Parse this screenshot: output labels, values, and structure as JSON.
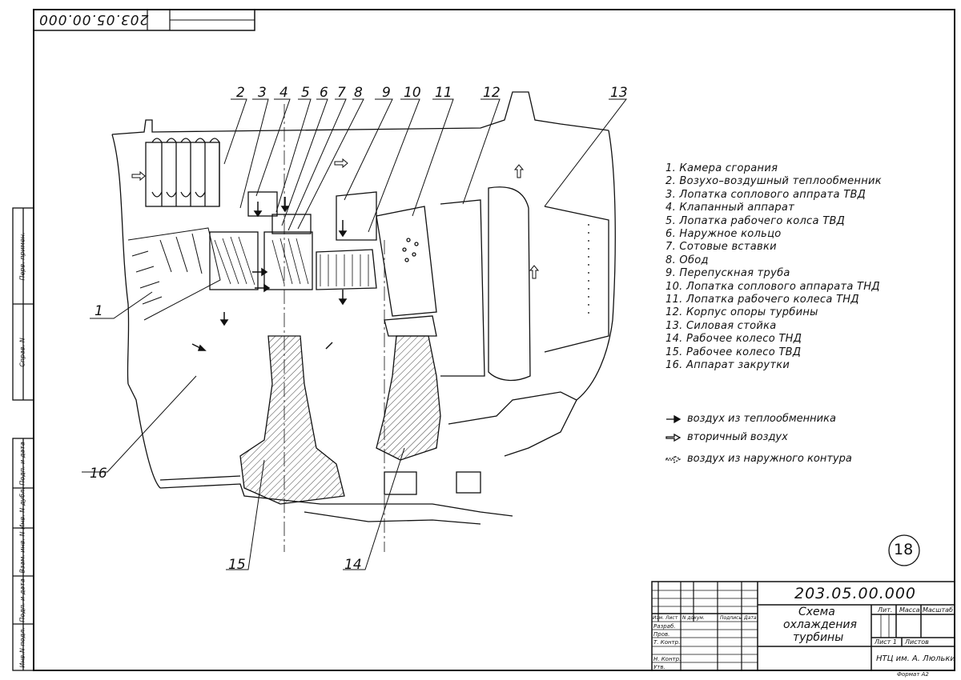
{
  "top_code": "203.05.00.000",
  "callouts": [
    "1",
    "2",
    "3",
    "4",
    "5",
    "6",
    "7",
    "8",
    "9",
    "10",
    "11",
    "12",
    "13",
    "14",
    "15",
    "16"
  ],
  "legend": [
    "1. Камера сгорания",
    "2. Возухо–воздушный теплообменник",
    "3. Лопатка соплового аппрата ТВД",
    "4. Клапанный аппарат",
    "5. Лопатка рабочего колса ТВД",
    "6. Наружное кольцо",
    "7. Сотовые вставки",
    "8. Обод",
    "9. Перепускная труба",
    "10. Лопатка соплового аппарата ТНД",
    "11. Лопатка рабочего колеса ТНД",
    "12. Корпус опоры турбины",
    "13. Силовая стойка",
    "14. Рабочее колесо ТНД",
    "15. Рабочее колесо ТВД",
    "16. Аппарат закрутки"
  ],
  "flow_legend": [
    {
      "label": "воздух из теплообменника",
      "style": "solid-arrow"
    },
    {
      "label": "вторичный воздух",
      "style": "hollow-arrow"
    },
    {
      "label": "воздух из наружного контура",
      "style": "dashed-hollow-arrow"
    }
  ],
  "sheet_number": "18",
  "left_margin": [
    "Перв. примен.",
    "Справ. N",
    "Подп. и дата",
    "Инв. N дубл.",
    "Взам. инв. N",
    "Подп. и дата",
    "Инв.N подл."
  ],
  "title_block": {
    "designation": "203.05.00.000",
    "title_lines": [
      "Схема",
      "охлаждения",
      "турбины"
    ],
    "col_headers": [
      "Изм.",
      "Лист",
      "N докум.",
      "Подпись",
      "Дата"
    ],
    "roles": [
      "Разраб.",
      "Пров.",
      "Т. Контр.",
      "",
      "Н. Контр.",
      "Утв."
    ],
    "lit": "Лит.",
    "mass": "Масса",
    "scale": "Масштаб",
    "sheet": "Лист  1",
    "sheets": "Листов",
    "org": "НТЦ им. А. Люльки"
  },
  "format": "Формат А2"
}
